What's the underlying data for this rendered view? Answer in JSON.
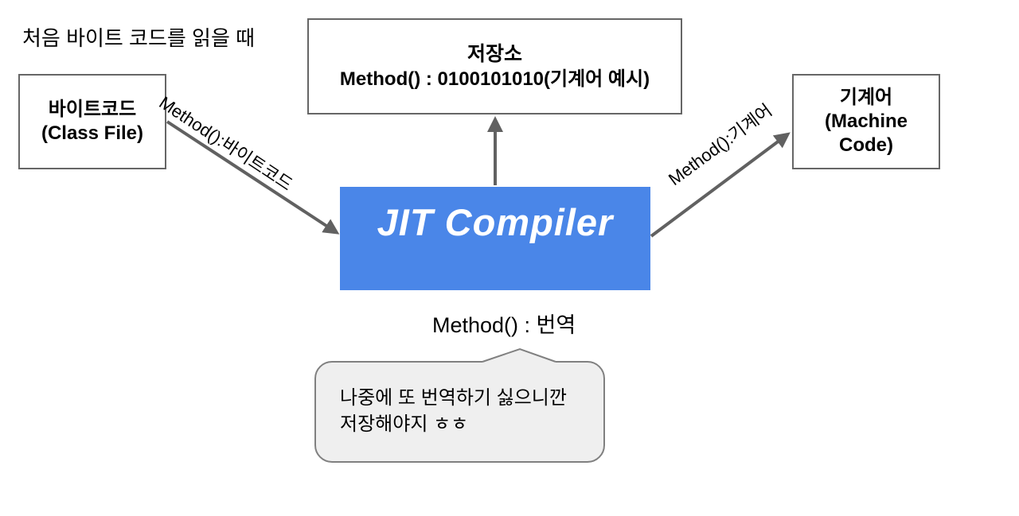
{
  "caption": "처음 바이트 코드를 읽을 때",
  "nodes": {
    "bytecode": {
      "title": "바이트코드",
      "subtitle": "(Class File)"
    },
    "storage": {
      "title": "저장소",
      "detail": "Method() : 0100101010(기계어 예시)"
    },
    "machine": {
      "title": "기계어",
      "subtitle": "(Machine Code)"
    },
    "jit": {
      "label": "JIT Compiler"
    }
  },
  "edges": {
    "bytecode_to_jit": {
      "label": "Method():바이트코드"
    },
    "jit_to_storage": {
      "label": ""
    },
    "jit_to_machine": {
      "label": "Method():기계어"
    }
  },
  "annotation": "Method() : 번역",
  "speech_bubble": {
    "line1": "나중에 또 번역하기 싫으니깐",
    "line2": "저장해야지 ㅎㅎ"
  },
  "colors": {
    "jit_blue": "#4a86e8",
    "arrow_gray": "#616161",
    "box_border": "#666666",
    "bubble_fill": "#efefef",
    "bubble_border": "#808080"
  }
}
